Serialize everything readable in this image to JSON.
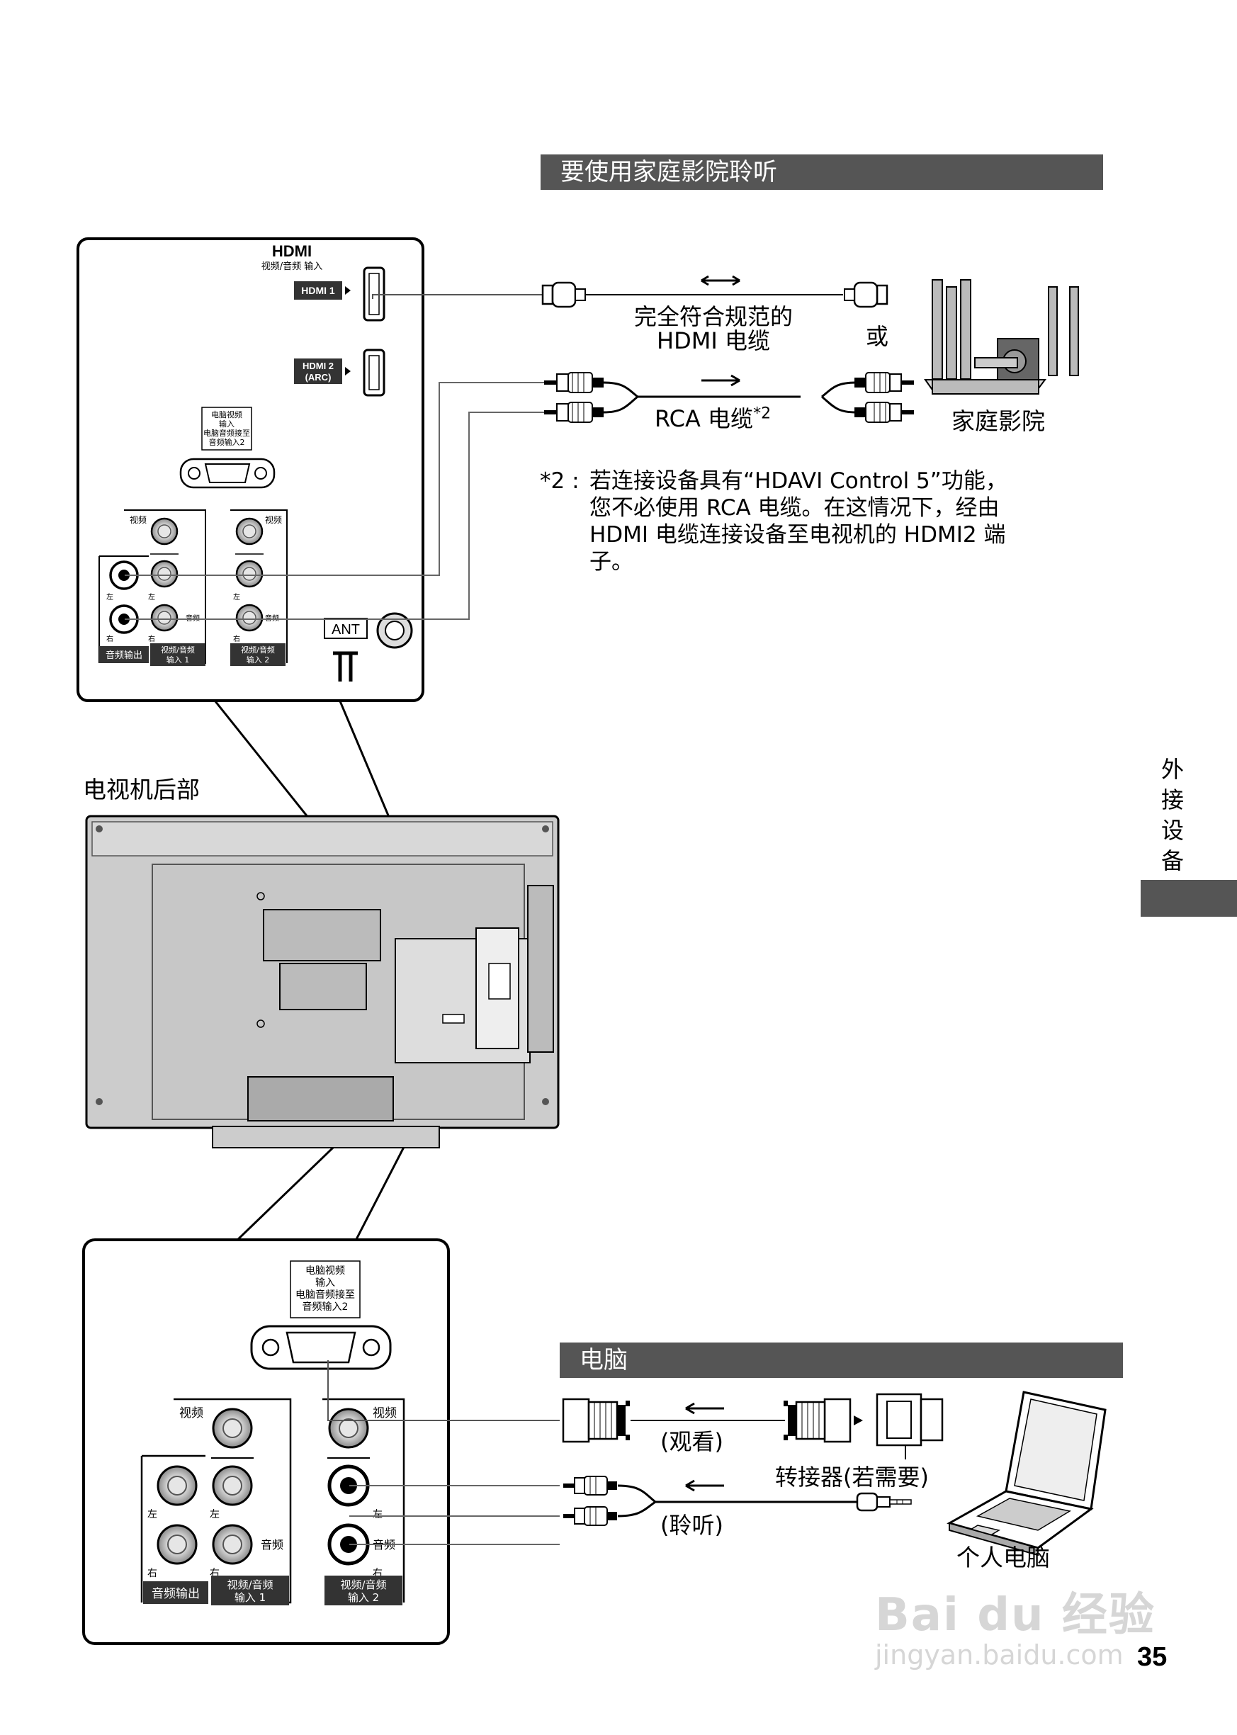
{
  "sections": {
    "home_theater_title": "要使用家庭影院聆听",
    "pc_title": "电脑"
  },
  "panel_top": {
    "hdmi_logo": "HDMI",
    "hdmi_av_in": "视频/音频\n输入",
    "hdmi1": "HDMI 1",
    "hdmi2": "HDMI 2\n(ARC)",
    "pc_in": "电脑视频\n输入\n电脑音频接至\n音频输入2",
    "video": "视频",
    "left": "左",
    "right": "右",
    "audio": "音频",
    "audio_out": "音频输出",
    "av_in1": "视频/音频\n输入 1",
    "av_in2": "视频/音频\n输入 2",
    "ant": "ANT"
  },
  "tv_rear_label": "电视机后部",
  "home_theater": {
    "hdmi_cable": "完全符合规范的\nHDMI 电缆",
    "or": "或",
    "rca_cable": "RCA 电缆",
    "rca_mark": "*2",
    "device": "家庭影院",
    "note_mark": "*2 :",
    "note": "若连接设备具有“HDAVI Control 5”功能，\n您不必使用 RCA 电缆。在这情况下，经由\nHDMI 电缆连接设备至电视机的 HDMI2 端\n子。"
  },
  "panel_bottom": {
    "pc_in": "电脑视频\n输入\n电脑音频接至\n音频输入2",
    "video": "视频",
    "left": "左",
    "right": "右",
    "audio": "音频",
    "audio_out": "音频输出",
    "av_in1": "视频/音频\n输入 1",
    "av_in2": "视频/音频\n输入 2"
  },
  "pc": {
    "watch": "(观看)",
    "listen": "(聆听)",
    "adapter": "转接器(若需要)",
    "device": "个人电脑"
  },
  "side_tab": "外\n接\n设\n备",
  "page_number": "35",
  "watermark": {
    "logo": "Bai du 经验",
    "url": "jingyan.baidu.com"
  }
}
